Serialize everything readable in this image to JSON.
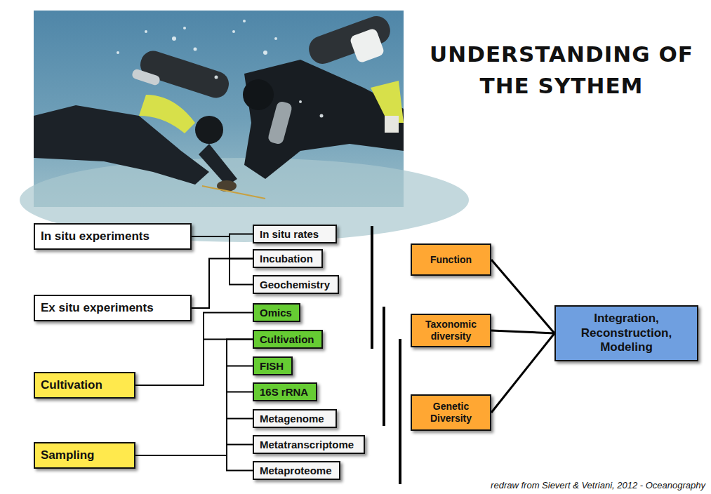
{
  "diagram": {
    "title": "UNDERSTANDING OF THE SYTHEM",
    "caption": "redraw from Sievert & Vetriani, 2012 - Oceanography",
    "nodes": [
      {
        "text": [
          "In situ experiments"
        ]
      },
      {
        "text": [
          "Ex situ experiments"
        ]
      },
      {
        "text": [
          "Cultivation"
        ]
      },
      {
        "text": [
          "Sampling"
        ]
      },
      {
        "text": [
          "In situ rates"
        ]
      },
      {
        "text": [
          "Incubation"
        ]
      },
      {
        "text": [
          "Geochemistry"
        ]
      },
      {
        "text": [
          "Omics"
        ]
      },
      {
        "text": [
          "Cultivation"
        ]
      },
      {
        "text": [
          "FISH"
        ]
      },
      {
        "text": [
          "16S rRNA"
        ]
      },
      {
        "text": [
          "Metagenome"
        ]
      },
      {
        "text": [
          "Metatranscriptome"
        ]
      },
      {
        "text": [
          "Metaproteome"
        ]
      },
      {
        "text": [
          "Function"
        ]
      },
      {
        "text": [
          "Taxonomic diversity"
        ]
      },
      {
        "text": [
          "Genetic Diversity"
        ]
      },
      {
        "text": [
          "Integration, Reconstruction, Modeling"
        ]
      }
    ],
    "edges": [
      {
        "from": 0,
        "to": 4,
        "arrow": "none"
      },
      {
        "from": 0,
        "to": 5,
        "arrow": "none"
      },
      {
        "from": 0,
        "to": 6,
        "arrow": "none"
      },
      {
        "from": 1,
        "to": 5,
        "arrow": "none"
      },
      {
        "from": 2,
        "to": 7,
        "arrow": "none"
      },
      {
        "from": 2,
        "to": 8,
        "arrow": "none"
      },
      {
        "from": 3,
        "to": 8,
        "arrow": "none"
      },
      {
        "from": 3,
        "to": 9,
        "arrow": "none"
      },
      {
        "from": 3,
        "to": 10,
        "arrow": "none"
      },
      {
        "from": 3,
        "to": 11,
        "arrow": "none"
      },
      {
        "from": 3,
        "to": 12,
        "arrow": "none"
      },
      {
        "from": 3,
        "to": 13,
        "arrow": "none"
      },
      {
        "from": 14,
        "to": 17,
        "arrow": "none"
      },
      {
        "from": 15,
        "to": 17,
        "arrow": "none"
      },
      {
        "from": 16,
        "to": 17,
        "arrow": "none"
      }
    ]
  }
}
